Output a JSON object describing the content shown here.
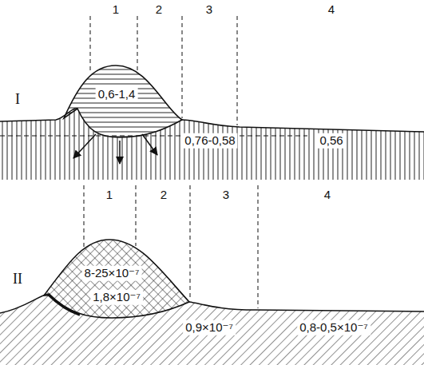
{
  "diagram": {
    "labels": [
      "1",
      "2",
      "3",
      "4",
      "I",
      "0,6-1,4",
      "0,76-0,58",
      "0,56",
      "1",
      "2",
      "3",
      "4",
      "II",
      "8-25×10⁻⁷",
      "1,8×10⁻⁷",
      "0,9×10⁻⁷",
      "0,8-0,5×10⁻⁷"
    ]
  }
}
